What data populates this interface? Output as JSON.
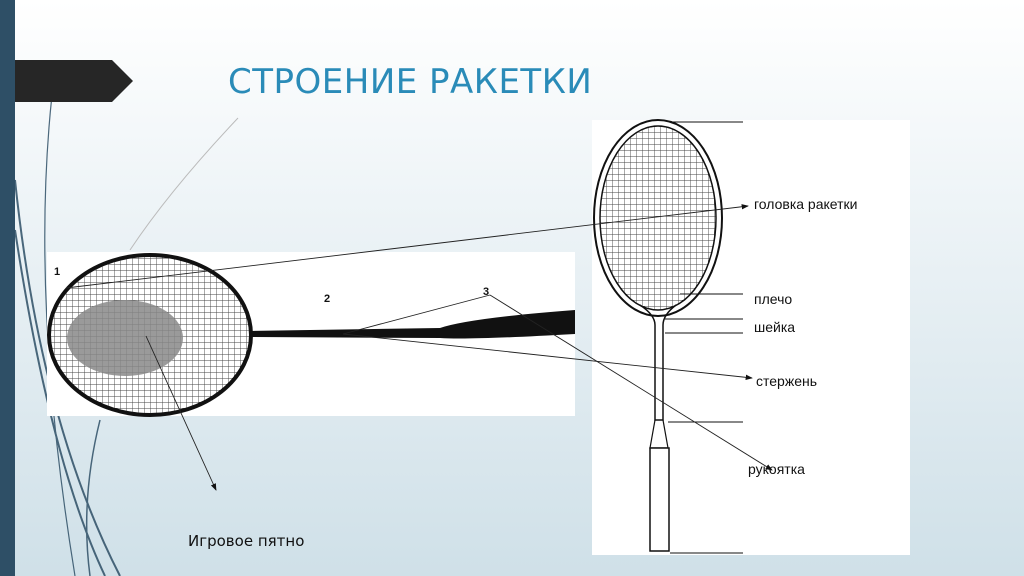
{
  "slide": {
    "title": "СТРОЕНИЕ РАКЕТКИ",
    "caption": "Игровое пятно",
    "accent_color": "#2a8bb8",
    "sidebar_color": "#2e4f66"
  },
  "left_figure": {
    "markers": [
      "1",
      "2",
      "3"
    ]
  },
  "right_figure": {
    "labels": {
      "head": "головка ракетки",
      "shoulder": "плечо",
      "neck": "шейка",
      "shaft": "стержень",
      "handle": "рукоятка"
    }
  }
}
